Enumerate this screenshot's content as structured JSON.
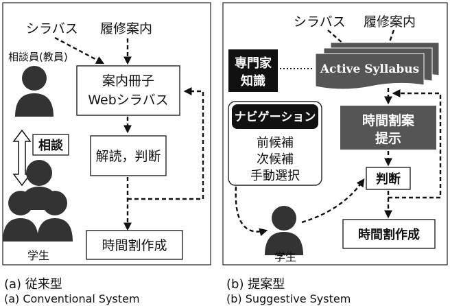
{
  "panel_a": {
    "top_label_syllabus": "シラバス",
    "top_label_guide": "履修案内",
    "counselor_label": "相談員(教員)",
    "box_guide_line1": "案内冊子",
    "box_guide_line2": "Webシラバス",
    "box_read": "解読，判断",
    "box_timetable": "時間割作成",
    "consult_label": "相談",
    "student_label": "学生",
    "caption_jp": "(a) 従来型",
    "caption_en": "(a) Conventional System"
  },
  "panel_b": {
    "top_label_syllabus": "シラバス",
    "top_label_guide": "履修案内",
    "expert_line1": "専門家",
    "expert_line2": "知識",
    "active_syllabus": "Active Syllabus",
    "nav_title": "ナビゲーション",
    "nav_item1": "前候補",
    "nav_item2": "次候補",
    "nav_item3": "手動選択",
    "proposal_line1": "時間割案",
    "proposal_line2": "提示",
    "judge": "判断",
    "timetable": "時間割作成",
    "student_label": "学生",
    "caption_jp": "(b) 提案型",
    "caption_en": "(b) Suggestive System"
  },
  "colors": {
    "dark_box": "#555555",
    "black_box": "#111111",
    "frame": "#222222"
  }
}
